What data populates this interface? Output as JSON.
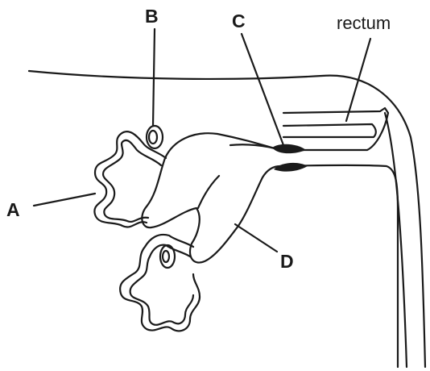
{
  "labels": {
    "a": "A",
    "b": "B",
    "c": "C",
    "d": "D",
    "rectum": "rectum"
  },
  "colors": {
    "ink": "#1a1a1a",
    "background": "#ffffff"
  }
}
